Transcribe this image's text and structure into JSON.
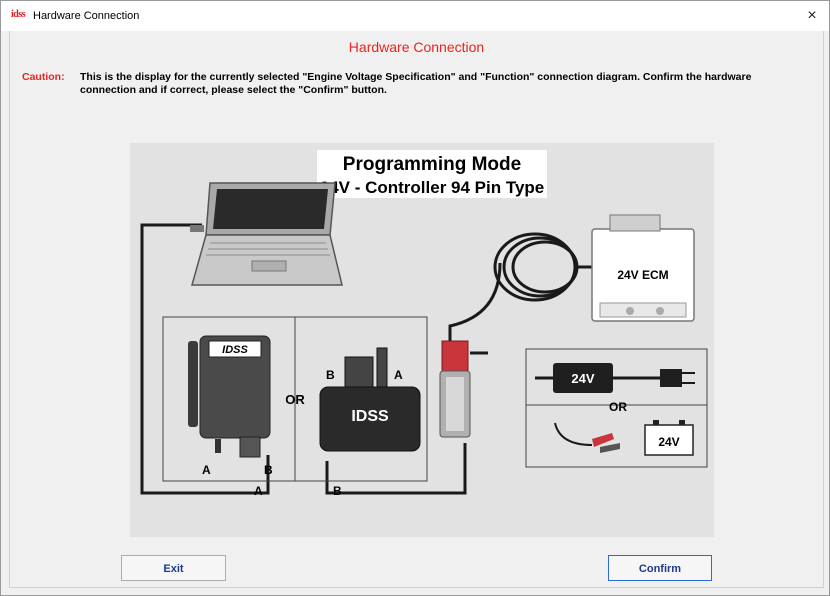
{
  "window": {
    "app_icon_text": "idss",
    "title": "Hardware Connection",
    "close_glyph": "×"
  },
  "heading": "Hardware Connection",
  "caution": {
    "label": "Caution:",
    "text": "This is the display for the currently selected \"Engine Voltage Specification\" and \"Function\" connection diagram.  Confirm the hardware connection and if correct, please select the \"Confirm\" button."
  },
  "diagram": {
    "title_line1": "Programming Mode",
    "title_line2": "24V - Controller 94 Pin Type",
    "ecm_label": "24V ECM",
    "or_label": "OR",
    "adapter_label": "24V",
    "battery_label": "24V",
    "idss_logo": "IDSS",
    "idss_logo2": "IDSS",
    "port_a": "A",
    "port_b": "B",
    "cable_a": "A",
    "cable_b": "B",
    "plug_a": "A",
    "plug_b": "B",
    "icons": [
      "laptop-icon",
      "ecm-icon",
      "interface-unit-icon",
      "power-adapter-icon",
      "battery-icon"
    ]
  },
  "buttons": {
    "exit": "Exit",
    "confirm": "Confirm"
  },
  "colors": {
    "accent_red": "#e8251f",
    "button_text": "#1f3a8a",
    "confirm_border": "#2a6bd6"
  }
}
